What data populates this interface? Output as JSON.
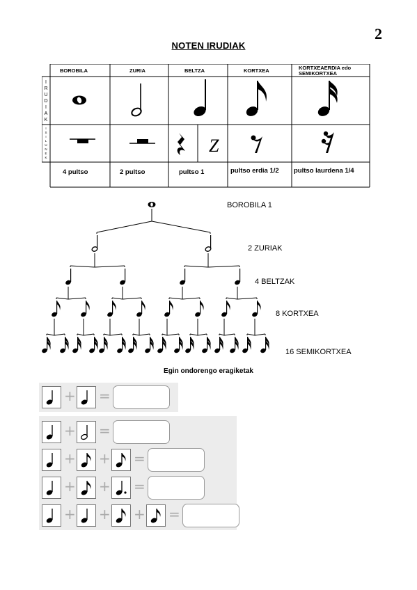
{
  "page_number": "2",
  "title": "NOTEN IRUDIAK",
  "table": {
    "side_labels": {
      "row1": "IRUDIAK",
      "row2": "ISILUNEAK"
    },
    "headers": [
      "BOROBILA",
      "ZURIA",
      "BELTZA",
      "KORTXEA",
      "KORTXEAERDIA edo SEMIKORTXEA"
    ],
    "durations": [
      "4 pultso",
      "2 pultso",
      "pultso 1",
      "pultso erdia 1/2",
      "pultso laurdena 1/4"
    ],
    "rest_glyphs": {
      "beltza_alt": "Z"
    }
  },
  "tree": {
    "labels": [
      "BOROBILA 1",
      "2 ZURIAK",
      "4 BELTZAK",
      "8 KORTXEA",
      "16 SEMIKORTXEA"
    ]
  },
  "instruction": "Egin ondorengo eragiketak",
  "exercises": {
    "plus": "+",
    "equals": "=",
    "rows": [
      [
        "quarter",
        "quarter"
      ],
      [
        "quarter",
        "half"
      ],
      [
        "quarter",
        "eighth",
        "eighth"
      ],
      [
        "quarter",
        "eighth",
        "dotted-quarter"
      ],
      [
        "quarter",
        "quarter",
        "eighth",
        "eighth"
      ]
    ]
  }
}
